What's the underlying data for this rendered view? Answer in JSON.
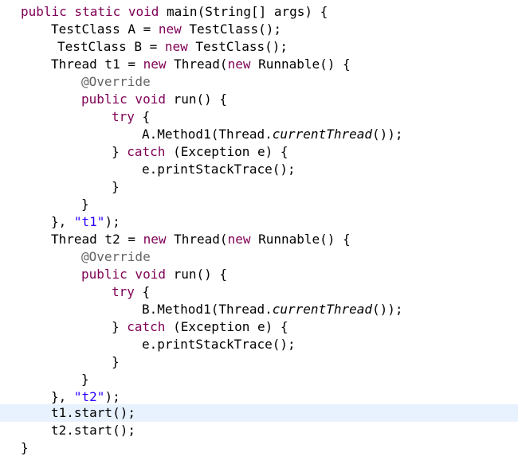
{
  "editor": {
    "lines": [
      [
        {
          "t": "public static void ",
          "c": "kw"
        },
        {
          "t": "main(String[] ",
          "c": "var"
        },
        {
          "t": "args",
          "c": "var"
        },
        {
          "t": ") {",
          "c": "var"
        }
      ],
      [
        {
          "t": "TestClass A = ",
          "c": "var"
        },
        {
          "t": "new ",
          "c": "kw"
        },
        {
          "t": "TestClass();",
          "c": "var"
        }
      ],
      [
        {
          "t": "TestClass B = ",
          "c": "var"
        },
        {
          "t": "new ",
          "c": "kw"
        },
        {
          "t": "TestClass();",
          "c": "var"
        }
      ],
      [
        {
          "t": "Thread t1 = ",
          "c": "var"
        },
        {
          "t": "new ",
          "c": "kw"
        },
        {
          "t": "Thread(",
          "c": "var"
        },
        {
          "t": "new ",
          "c": "kw"
        },
        {
          "t": "Runnable() {",
          "c": "var"
        }
      ],
      [
        {
          "t": "@Override",
          "c": "ann"
        }
      ],
      [
        {
          "t": "public void ",
          "c": "kw"
        },
        {
          "t": "run() {",
          "c": "var"
        }
      ],
      [
        {
          "t": "try ",
          "c": "kw"
        },
        {
          "t": "{",
          "c": "var"
        }
      ],
      [
        {
          "t": "A.Method1(Thread.",
          "c": "var"
        },
        {
          "t": "currentThread",
          "c": "it"
        },
        {
          "t": "());",
          "c": "var"
        }
      ],
      [
        {
          "t": "} ",
          "c": "var"
        },
        {
          "t": "catch ",
          "c": "kw"
        },
        {
          "t": "(Exception e) {",
          "c": "var"
        }
      ],
      [
        {
          "t": "e.printStackTrace();",
          "c": "var"
        }
      ],
      [
        {
          "t": "}",
          "c": "var"
        }
      ],
      [
        {
          "t": "}",
          "c": "var"
        }
      ],
      [
        {
          "t": "}, ",
          "c": "var"
        },
        {
          "t": "\"t1\"",
          "c": "str"
        },
        {
          "t": ");",
          "c": "var"
        }
      ],
      [
        {
          "t": "Thread t2 = ",
          "c": "var"
        },
        {
          "t": "new ",
          "c": "kw"
        },
        {
          "t": "Thread(",
          "c": "var"
        },
        {
          "t": "new ",
          "c": "kw"
        },
        {
          "t": "Runnable() {",
          "c": "var"
        }
      ],
      [
        {
          "t": "@Override",
          "c": "ann"
        }
      ],
      [
        {
          "t": "public void ",
          "c": "kw"
        },
        {
          "t": "run() {",
          "c": "var"
        }
      ],
      [
        {
          "t": "try ",
          "c": "kw"
        },
        {
          "t": "{",
          "c": "var"
        }
      ],
      [
        {
          "t": "B.Method1(Thread.",
          "c": "var"
        },
        {
          "t": "currentThread",
          "c": "it"
        },
        {
          "t": "());",
          "c": "var"
        }
      ],
      [
        {
          "t": "} ",
          "c": "var"
        },
        {
          "t": "catch ",
          "c": "kw"
        },
        {
          "t": "(Exception e) {",
          "c": "var"
        }
      ],
      [
        {
          "t": "e.printStackTrace();",
          "c": "var"
        }
      ],
      [
        {
          "t": "}",
          "c": "var"
        }
      ],
      [
        {
          "t": "}",
          "c": "var"
        }
      ],
      [
        {
          "t": "}, ",
          "c": "var"
        },
        {
          "t": "\"t2\"",
          "c": "str"
        },
        {
          "t": ");",
          "c": "var"
        }
      ],
      [
        {
          "t": "t1.start();",
          "c": "var"
        }
      ],
      [
        {
          "t": "t2.start();",
          "c": "var"
        }
      ],
      [
        {
          "t": "}",
          "c": "var"
        }
      ]
    ]
  },
  "colors": {
    "keyword": "#7f0055",
    "string": "#2a00ff",
    "annotation": "#646464",
    "current_line_highlight": "#e8f2fe"
  }
}
